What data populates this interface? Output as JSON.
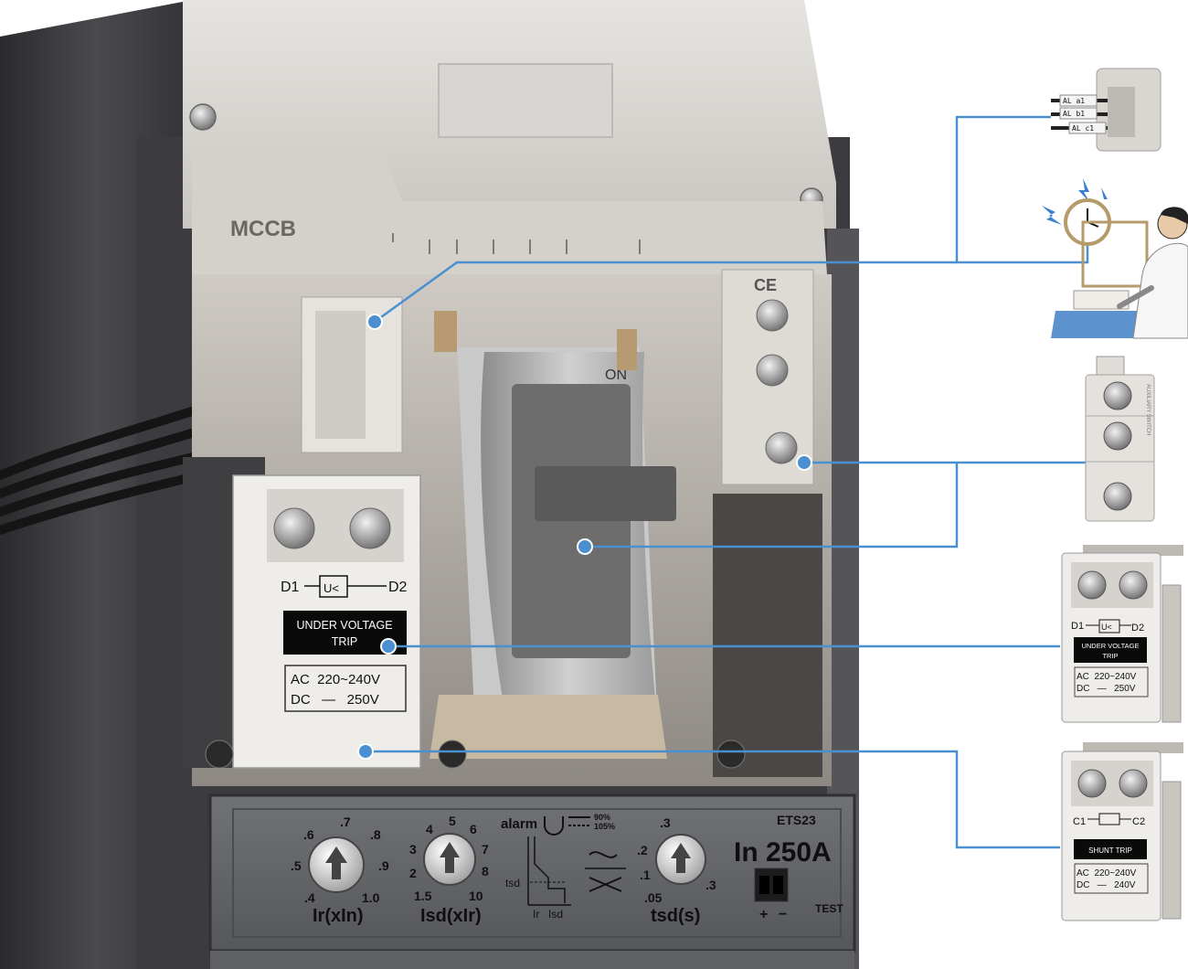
{
  "breaker": {
    "brand": "MCCB",
    "on_label": "ON",
    "ce_mark": "CE",
    "model": "ETS23",
    "rating": "In 250A",
    "alarm_label": "alarm",
    "alarm_pct_1": "90%",
    "alarm_pct_2": "105%",
    "test_label": "TEST",
    "plus": "+",
    "minus": "−",
    "dial_ir": {
      "label": "Ir(xIn)",
      "ticks": [
        ".7",
        ".8",
        ".9",
        "1.0",
        ".4",
        ".5",
        ".6"
      ]
    },
    "dial_isd": {
      "label": "Isd(xIr)",
      "ticks": [
        "4",
        "5",
        "6",
        "7",
        "8",
        "10",
        "1.5",
        "2",
        "3"
      ]
    },
    "dial_tsd": {
      "label": "tsd(s)",
      "ticks": [
        ".3",
        ".2",
        ".1",
        ".05",
        ".3"
      ]
    },
    "curve": {
      "tsd": "tsd",
      "ir": "Ir",
      "isd": "Isd"
    }
  },
  "uvt_module": {
    "d1": "D1",
    "u_symbol": "U<",
    "d2": "D2",
    "name_line1": "UNDER VOLTAGE",
    "name_line2": "TRIP",
    "ac_line": "AC  220~240V",
    "dc_line": "DC   —   250V"
  },
  "alarm_switch": {
    "tag1": "AL a1",
    "tag2": "AL b1",
    "tag3": "AL c1"
  },
  "aux_switch": {
    "text": "AUXILIARY SWITCH"
  },
  "uvt_accessory": {
    "d1": "D1",
    "u_symbol": "U<",
    "d2": "D2",
    "name_line1": "UNDER VOLTAGE",
    "name_line2": "TRIP",
    "ac_line": "AC  220~240V",
    "dc_line": "DC   —   250V"
  },
  "shunt_accessory": {
    "c1": "C1",
    "c2": "C2",
    "name": "SHUNT TRIP",
    "ac_line": "AC  220~240V",
    "dc_line": "DC   —   240V"
  },
  "colors": {
    "callout_line": "#4a90d0",
    "breaker_body": "#4a4a4e",
    "housing": "#dcd9d4"
  }
}
